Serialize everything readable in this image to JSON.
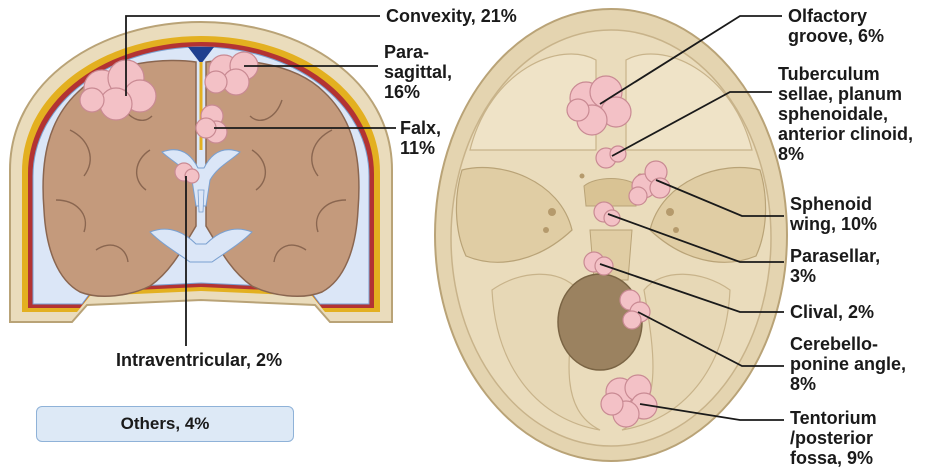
{
  "labels": {
    "convexity": "Convexity, 21%",
    "parasagittal": "Para-\nsagittal,\n16%",
    "falx": "Falx,\n11%",
    "intraventricular": "Intraventricular, 2%",
    "others": "Others, 4%",
    "olfactory": "Olfactory\ngroove, 6%",
    "tuberculum": "Tuberculum\nsellae, planum\nsphenoidale,\nanterior clinoid,\n8%",
    "sphenoid": "Sphenoid\nwing, 10%",
    "parasellar": "Parasellar,\n3%",
    "clival": "Clival, 2%",
    "cpa": "Cerebello-\nponine angle,\n8%",
    "tentorium": "Tentorium\n/posterior\nfossa, 9%"
  },
  "colors": {
    "brain": "#c49a7c",
    "brain_outline": "#8a6650",
    "csf": "#dbe6f7",
    "skull": "#eadcbc",
    "skull_outline": "#b9a377",
    "dura_gold": "#e3b020",
    "dura_red": "#b33333",
    "tumor": "#f3c1c6",
    "tumor_outline": "#c98a93",
    "sinus": "#1f3f8f",
    "leader": "#1a1a1a",
    "others_fill": "#dde9f6",
    "others_border": "#8fb2d8"
  }
}
